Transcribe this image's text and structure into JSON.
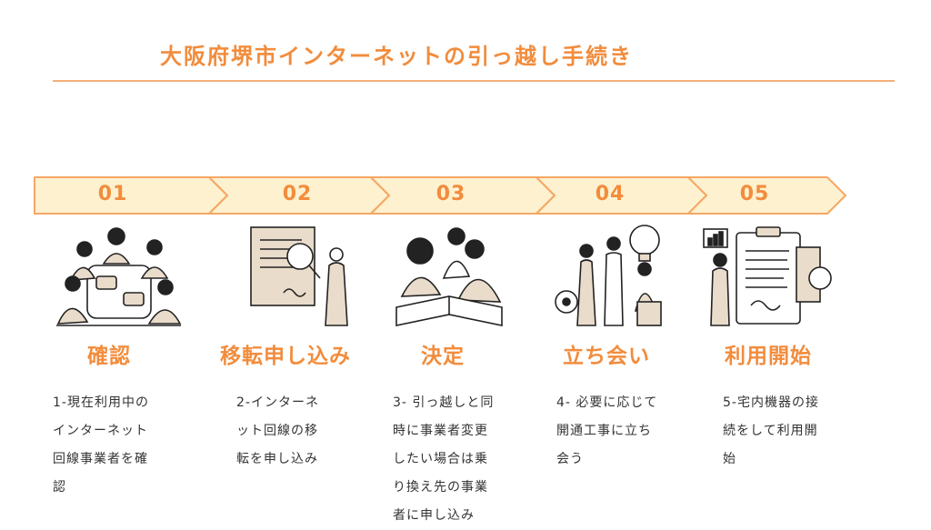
{
  "title": "大阪府堺市インターネットの引っ越し手続き",
  "colors": {
    "accent": "#f28c3c",
    "arrow_fill": "#fdf1cf",
    "arrow_stroke": "#f5a765",
    "text": "#333333"
  },
  "steps": [
    {
      "num": "01",
      "title": "確認",
      "icon": "team-meeting-illustration",
      "desc": [
        "1-現在利用中の",
        "インターネット",
        "回線事業者を確",
        "認"
      ]
    },
    {
      "num": "02",
      "title": "移転申し込み",
      "icon": "document-magnifier-illustration",
      "desc": [
        "2-インターネ",
        "ット回線の移",
        "転を申し込み"
      ]
    },
    {
      "num": "03",
      "title": "決定",
      "icon": "group-reading-illustration",
      "desc": [
        "3- 引っ越しと同",
        "時に事業者変更",
        "したい場合は乗",
        "り換え先の事業",
        "者に申し込み"
      ]
    },
    {
      "num": "04",
      "title": "立ち会い",
      "icon": "lightbulb-team-illustration",
      "desc": [
        "4- 必要に応じて",
        "開通工事に立ち",
        "会う"
      ]
    },
    {
      "num": "05",
      "title": "利用開始",
      "icon": "clipboard-presentation-illustration",
      "desc": [
        "5-宅内機器の接",
        "続をして利用開",
        "始"
      ]
    }
  ]
}
